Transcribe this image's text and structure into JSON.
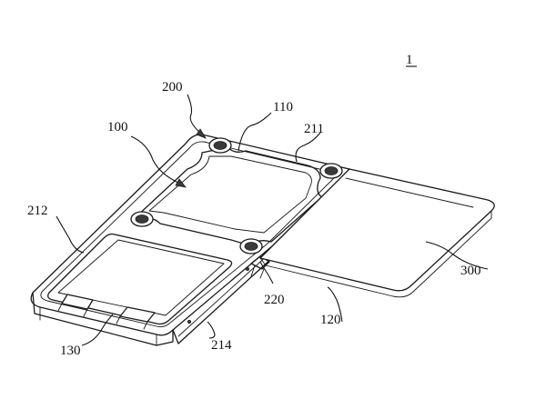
{
  "figure": {
    "labels": {
      "device": "1",
      "frame": "200",
      "support": "100",
      "upper_area": "110",
      "frame_top_edge": "211",
      "frame_left_edge": "212",
      "hinge": "220",
      "plate": "300",
      "plate_edge": "120",
      "frame_bottom_edge": "214",
      "lower_area": "130"
    }
  }
}
